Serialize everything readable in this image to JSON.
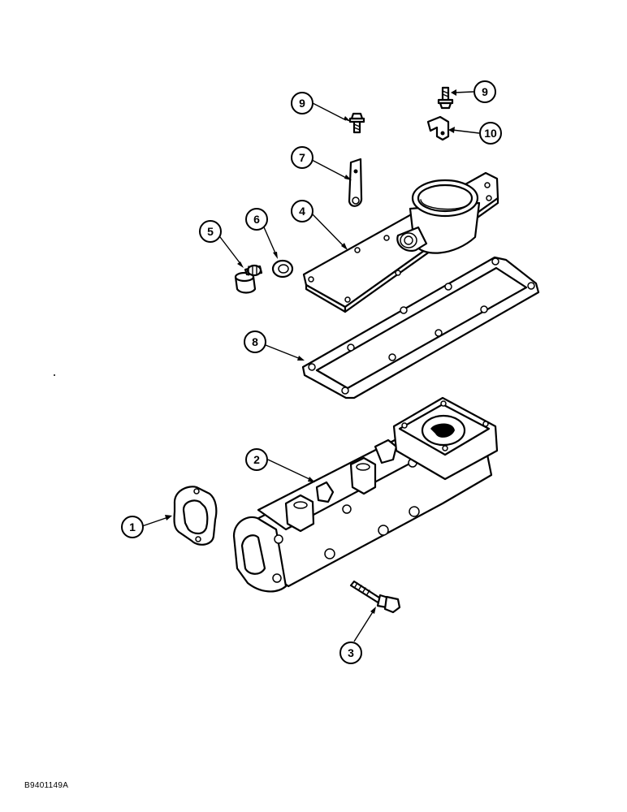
{
  "figure_id": "B9401149A",
  "callouts": [
    {
      "id": "callout-9a",
      "label": "9"
    },
    {
      "id": "callout-9b",
      "label": "9"
    },
    {
      "id": "callout-10",
      "label": "10"
    },
    {
      "id": "callout-7",
      "label": "7"
    },
    {
      "id": "callout-4",
      "label": "4"
    },
    {
      "id": "callout-5",
      "label": "5"
    },
    {
      "id": "callout-6",
      "label": "6"
    },
    {
      "id": "callout-8",
      "label": "8"
    },
    {
      "id": "callout-2",
      "label": "2"
    },
    {
      "id": "callout-1",
      "label": "1"
    },
    {
      "id": "callout-3",
      "label": "3"
    }
  ]
}
